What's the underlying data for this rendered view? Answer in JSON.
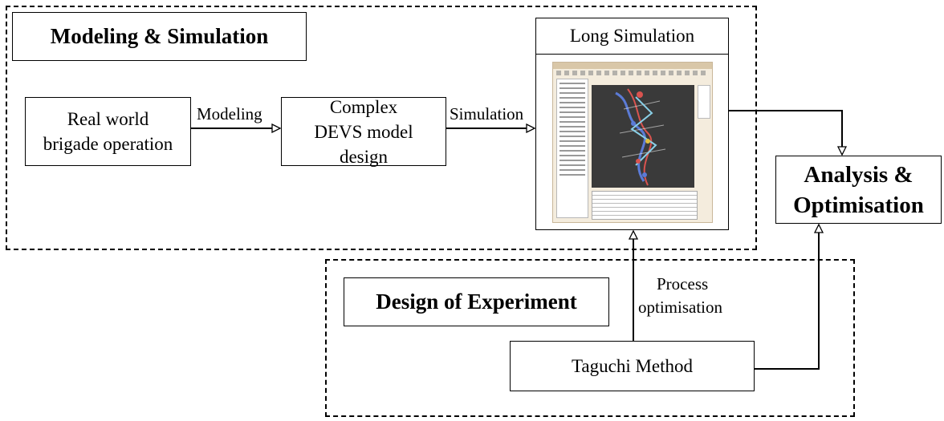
{
  "sections": {
    "modeling_simulation": "Modeling & Simulation",
    "design_of_experiment": "Design of Experiment"
  },
  "nodes": {
    "real_world": [
      "Real world",
      "brigade operation"
    ],
    "devs_model": [
      "Complex",
      "DEVS model",
      "design"
    ],
    "long_simulation": "Long Simulation",
    "analysis": [
      "Analysis &",
      "Optimisation"
    ],
    "taguchi": "Taguchi Method"
  },
  "edges": {
    "modeling": "Modeling",
    "simulation": "Simulation",
    "process_optimisation": [
      "Process",
      "optimisation"
    ]
  }
}
